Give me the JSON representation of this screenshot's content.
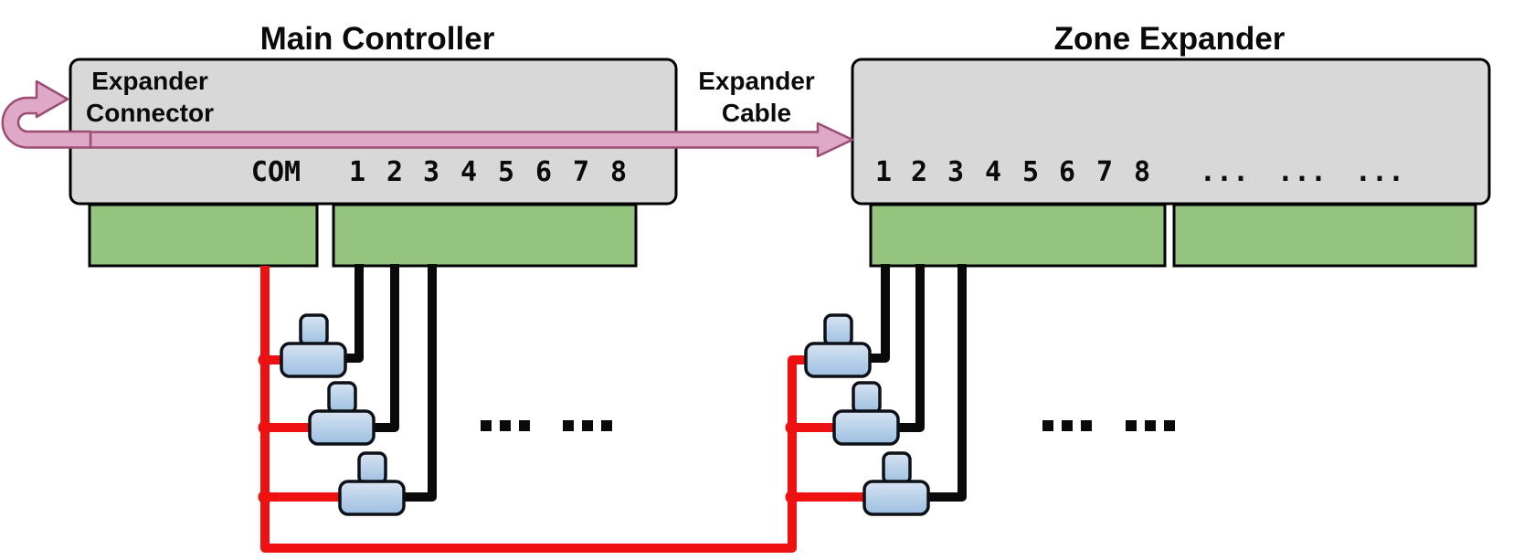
{
  "diagram": {
    "type": "wiring-diagram",
    "description_visible_text_only": true
  },
  "main_controller": {
    "title": "Main Controller",
    "connector_label": {
      "line1": "Expander",
      "line2": "Connector"
    },
    "com_label": "COM",
    "terminals": [
      "1",
      "2",
      "3",
      "4",
      "5",
      "6",
      "7",
      "8"
    ]
  },
  "expander_cable": {
    "label": {
      "line1": "Expander",
      "line2": "Cable"
    }
  },
  "zone_expander": {
    "title": "Zone Expander",
    "terminals": [
      "1",
      "2",
      "3",
      "4",
      "5",
      "6",
      "7",
      "8"
    ],
    "terminal_ellipses": [
      "...",
      "...",
      "..."
    ]
  },
  "sensors": {
    "left_cluster_count": 3,
    "right_cluster_count": 3,
    "left_continuation_ellipses": [
      "...",
      "..."
    ],
    "right_continuation_ellipses": [
      "...",
      "..."
    ]
  },
  "colors": {
    "background": "#ffffff",
    "board_fill": "#d8d8d8",
    "board_border": "#000000",
    "terminal_block_fill": "#94c47e",
    "common_wire_red": "#ee1111",
    "zone_wire_black": "#0a0a0a",
    "cable_pink_fill": "#dfa8c6",
    "cable_pink_stroke": "#9b4d74",
    "sensor_blue_light": "#d9e4f2",
    "sensor_blue_dark": "#9dbfe1",
    "sensor_border": "#0d1117",
    "text": "#0a0a0a"
  }
}
